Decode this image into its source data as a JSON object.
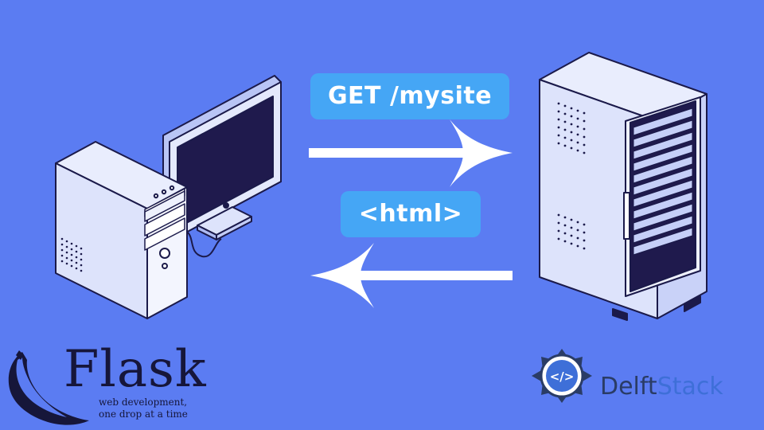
{
  "request": {
    "label": "GET /mysite"
  },
  "response": {
    "label": "<html>"
  },
  "flask": {
    "name": "Flask",
    "tagline_line1": "web development,",
    "tagline_line2": "one drop at a time"
  },
  "brand": {
    "name_part1": "Delft",
    "name_part2": "Stack",
    "badge_text": "</>"
  },
  "colors": {
    "background": "#5b7cf2",
    "pill": "#45a6f5",
    "arrow": "#ffffff",
    "outline": "#1b1a4a",
    "device_body": "#dde3fb",
    "screen": "#1f1a4d",
    "brand_dark": "#2a3c66",
    "brand_blue": "#3e6fd8"
  }
}
